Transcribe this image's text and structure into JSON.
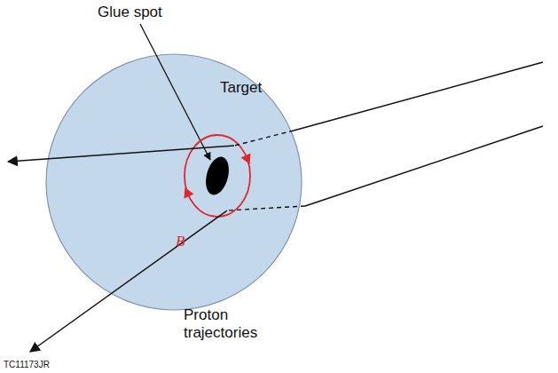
{
  "diagram": {
    "nodes": [
      {
        "text": [
          "Target"
        ]
      }
    ],
    "labels": [
      "Glue spot",
      "B",
      "Proton trajectories",
      "TC11173JR"
    ]
  }
}
